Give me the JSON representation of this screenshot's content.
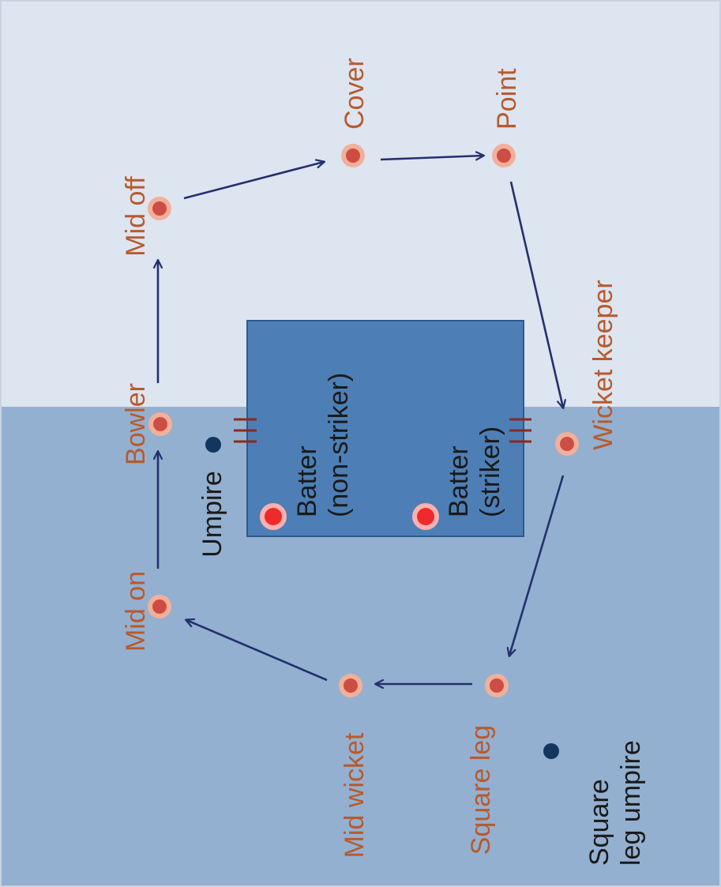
{
  "colors": {
    "upper_field": "#dde5f1",
    "lower_field": "#94b0d0",
    "pitch_fill": "#4d7fb6",
    "pitch_border": "#2d5a8e",
    "fielder_label": "#b85a2c",
    "fielder_dot": "#cd4d44",
    "fielder_halo": "#f2b09a",
    "batter_dot": "#ee2a2a",
    "batter_halo": "#ffb0b0",
    "umpire_dot": "#13365e",
    "arrow": "#23306e",
    "stumps": "#8b2a1e",
    "dark_label": "#1a1a1a"
  },
  "fielders": [
    {
      "id": "bowler",
      "label": "Bowler"
    },
    {
      "id": "mid-off",
      "label": "Mid off"
    },
    {
      "id": "cover",
      "label": "Cover"
    },
    {
      "id": "point",
      "label": "Point"
    },
    {
      "id": "wicket-keeper",
      "label": "Wicket keeper"
    },
    {
      "id": "square-leg",
      "label": "Square leg"
    },
    {
      "id": "mid-wicket",
      "label": "Mid wicket"
    },
    {
      "id": "mid-on",
      "label": "Mid on"
    }
  ],
  "batters": [
    {
      "id": "non-striker",
      "lines": [
        "Batter",
        "(non-striker)"
      ]
    },
    {
      "id": "striker",
      "lines": [
        "Batter",
        "(striker)"
      ]
    }
  ],
  "umpires": [
    {
      "id": "umpire",
      "lines": [
        "Umpire"
      ]
    },
    {
      "id": "square-leg-umpire",
      "lines": [
        "Square",
        "leg umpire"
      ]
    }
  ]
}
